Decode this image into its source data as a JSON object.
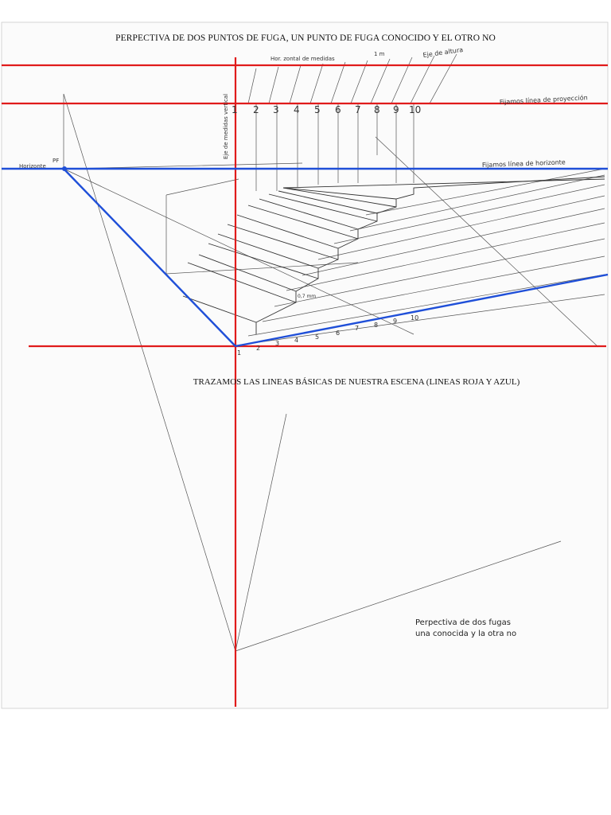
{
  "document": {
    "title": "PERPECTIVA DE DOS PUNTOS DE FUGA, UN PUNTO DE FUGA CONOCIDO Y EL OTRO NO",
    "caption": "TRAZAMOS LAS LINEAS BÁSICAS DE NUESTRA ESCENA (LINEAS ROJA Y AZUL)"
  },
  "annotations": {
    "measure_horizon": "Hor. zontal de medidas",
    "one_m": "1 m",
    "height_axis": "Eje de altura",
    "projection_line": "Fijamos línea de proyección",
    "horizon_left": "Horizonte",
    "pf": "PF",
    "horizon_line": "Fijamos línea de horizonte",
    "vertical_axis": "Eje de medidas vertical",
    "dimension": "0,7 mm",
    "note_line1": "Perpectiva de dos fugas",
    "note_line2": "una conocida y la otra no"
  },
  "scale_top": [
    "1",
    "2",
    "3",
    "4",
    "5",
    "6",
    "7",
    "8",
    "9",
    "10"
  ],
  "scale_ground": [
    "1",
    "2",
    "3",
    "4",
    "5",
    "6",
    "7",
    "8",
    "9",
    "10"
  ],
  "colors": {
    "red": "#e01b1b",
    "blue": "#1f4fd8",
    "pencil": "#555555"
  }
}
